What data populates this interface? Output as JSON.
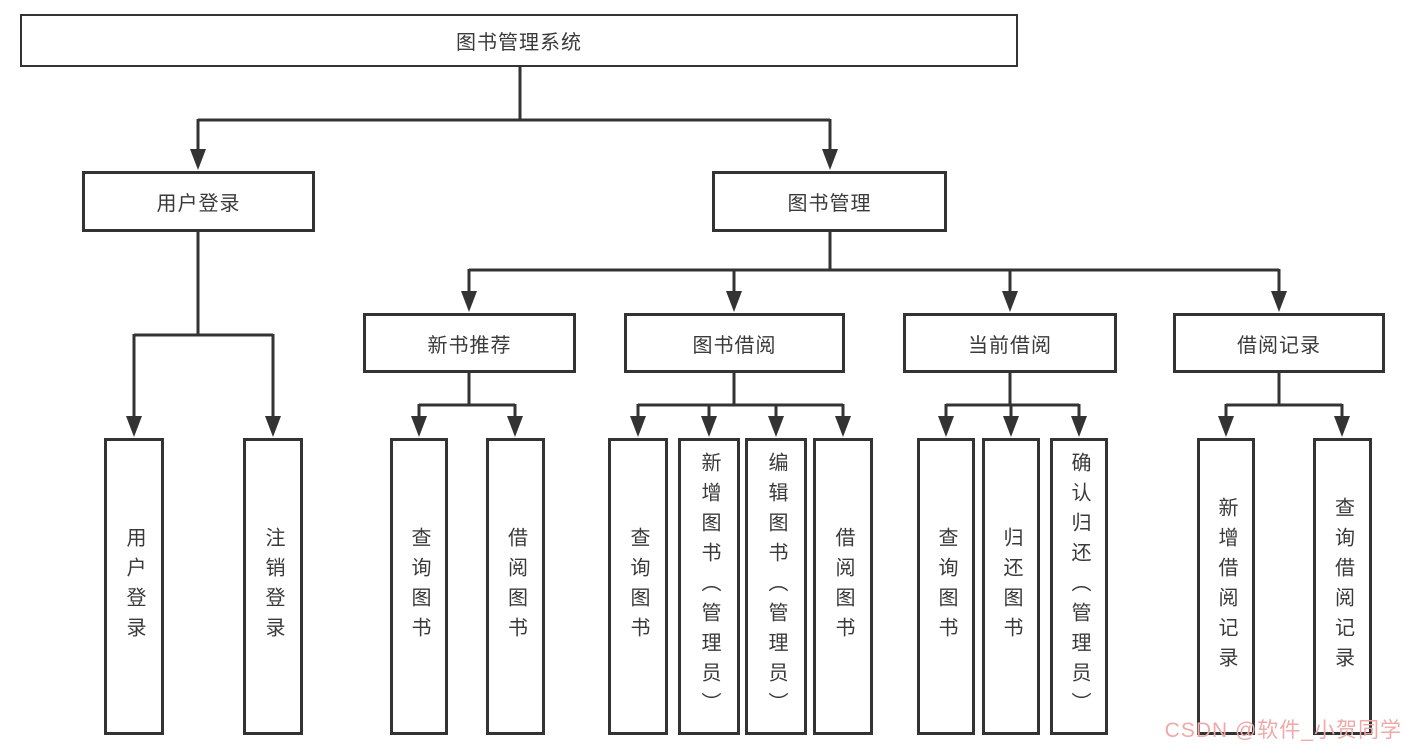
{
  "diagram": {
    "root_label": "图书管理系统",
    "tree": {
      "user_login": {
        "label": "用户登录",
        "children": [
          "用户登录",
          "注销登录"
        ]
      },
      "book_management": {
        "label": "图书管理",
        "sections": {
          "new_books": {
            "label": "新书推荐",
            "children": [
              "查询图书",
              "借阅图书"
            ]
          },
          "book_borrowing": {
            "label": "图书借阅",
            "children": [
              "查询图书",
              "新增图书（管理员）",
              "编辑图书（管理员）",
              "借阅图书"
            ]
          },
          "current_borrowing": {
            "label": "当前借阅",
            "children": [
              "查询图书",
              "归还图书",
              "确认归还（管理员）"
            ]
          },
          "borrowing_records": {
            "label": "借阅记录",
            "children": [
              "新增借阅记录",
              "查询借阅记录"
            ]
          }
        }
      }
    },
    "watermark": "CSDN @软件_小贺同学"
  },
  "colors": {
    "line": "#333333",
    "box_border": "#333333",
    "watermark": "#efa9a9"
  }
}
